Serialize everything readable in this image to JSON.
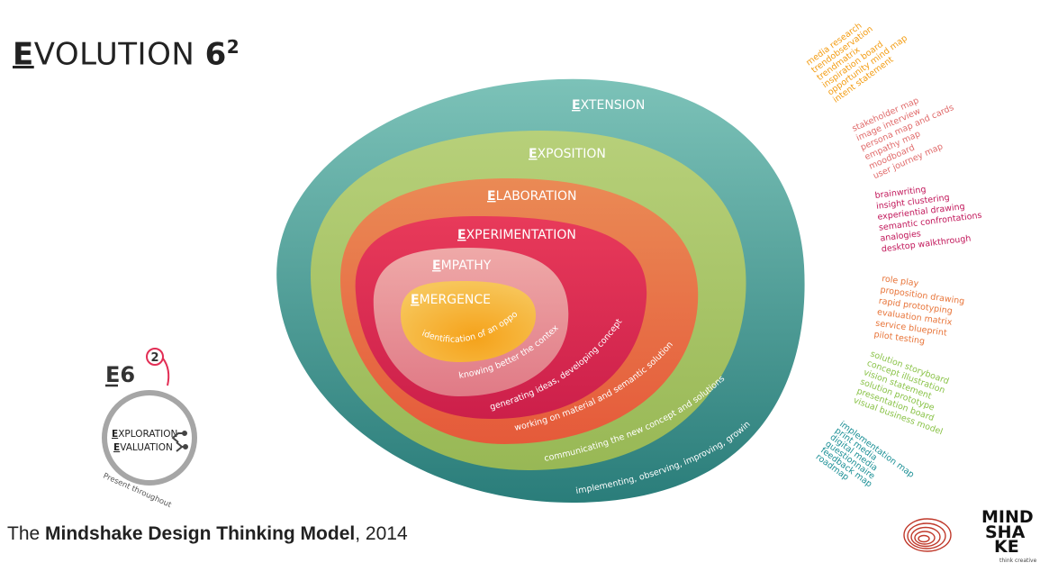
{
  "title": {
    "first_letter": "E",
    "rest": "VOLUTION ",
    "six": "6",
    "power": "2"
  },
  "caption": {
    "prefix": "The ",
    "bold": "Mindshake Design Thinking Model",
    "suffix": ", 2014"
  },
  "colors": {
    "extension": "#2e8f8a",
    "exposition": "#a9c96a",
    "elaboration": "#ea7a4c",
    "experimentation": "#e22e55",
    "empathy": "#ec9aa0",
    "emergence": "#f5b02a",
    "orange_text": "#f39c12",
    "red_text": "#e06a6a",
    "magenta_text": "#c2185b",
    "orange2_text": "#e8753a",
    "green_text": "#8bc34a",
    "teal_text": "#1a8f95"
  },
  "layers": [
    {
      "id": "extension",
      "first": "E",
      "rest": "XTENSION",
      "description": "implementing, observing, improving, growing"
    },
    {
      "id": "exposition",
      "first": "E",
      "rest": "XPOSITION",
      "description": "communicating the new concept and solutions"
    },
    {
      "id": "elaboration",
      "first": "E",
      "rest": "LABORATION",
      "description": "working on material and semantic solutions"
    },
    {
      "id": "experimentation",
      "first": "E",
      "rest": "XPERIMENTATION",
      "description": "generating ideas, developing concepts"
    },
    {
      "id": "empathy",
      "first": "E",
      "rest": "MPATHY",
      "description": "knowing better the context"
    },
    {
      "id": "emergence",
      "first": "E",
      "rest": "MERGENCE",
      "description": "identification of an opportunity"
    }
  ],
  "tool_groups": [
    {
      "id": "emergence-tools",
      "color": "#f39c12",
      "items": [
        "media research",
        "trendobservation",
        "trendmatrix",
        "inspiration board",
        "opportunity mind map",
        "intent statement"
      ]
    },
    {
      "id": "empathy-tools",
      "color": "#e06a6a",
      "items": [
        "stakeholder map",
        "image interview",
        "persona map and cards",
        "empathy map",
        "moodboard",
        "user journey map"
      ]
    },
    {
      "id": "experimentation-tools",
      "color": "#c2185b",
      "items": [
        "brainwriting",
        "insight clustering",
        "experiential drawing",
        "semantic confrontations",
        "analogies",
        "desktop walkthrough"
      ]
    },
    {
      "id": "elaboration-tools",
      "color": "#e8753a",
      "items": [
        "role play",
        "proposition drawing",
        "rapid prototyping",
        "evaluation matrix",
        "service blueprint",
        "pilot testing"
      ]
    },
    {
      "id": "exposition-tools",
      "color": "#8bc34a",
      "items": [
        "solution storyboard",
        "concept illustration",
        "vision statement",
        "solution prototype",
        "presentation board",
        "visual business model"
      ]
    },
    {
      "id": "extension-tools",
      "color": "#1a8f95",
      "items": [
        "implementation map",
        "print media",
        "digital media",
        "questionnaire",
        "feedback map",
        "roadmap"
      ]
    }
  ],
  "badge": {
    "label": "E6",
    "power": "2",
    "line1_first": "E",
    "line1_rest": "XPLORATION",
    "line2_first": "E",
    "line2_rest": "VALUATION",
    "note": "Present throughout"
  },
  "logo": {
    "line1": "MIND",
    "line2": "SHA",
    "line3": "KE",
    "tagline": "think creative"
  }
}
